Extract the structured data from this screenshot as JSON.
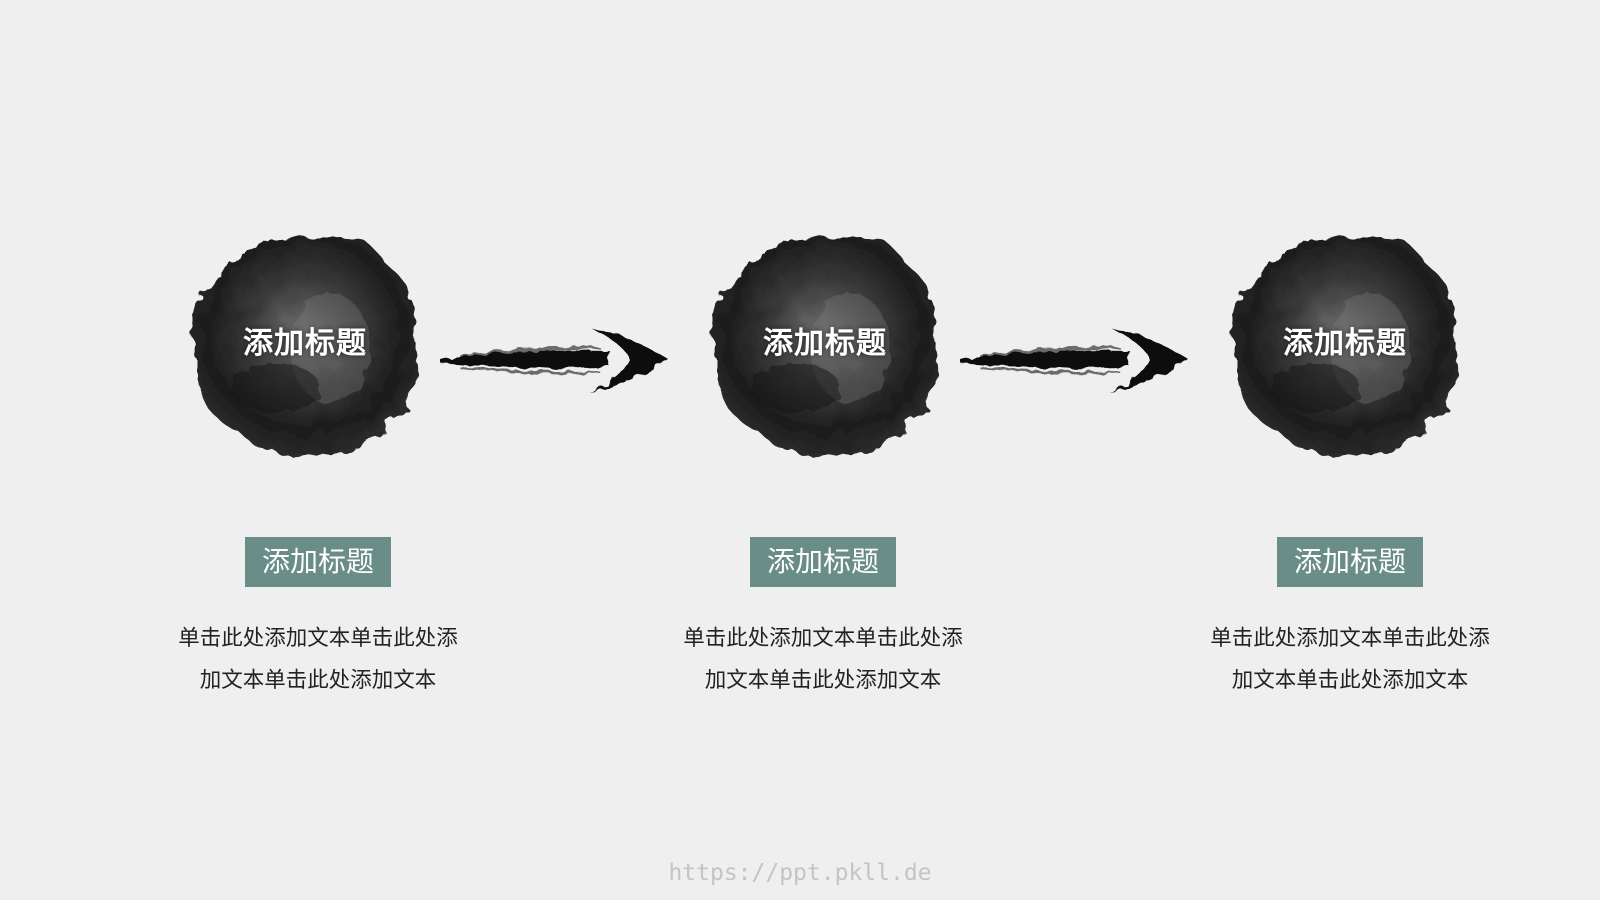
{
  "steps": [
    {
      "ink_title": "添加标题",
      "tag_label": "添加标题",
      "desc_line1": "单击此处添加文本单击此处添",
      "desc_line2": "加文本单击此处添加文本"
    },
    {
      "ink_title": "添加标题",
      "tag_label": "添加标题",
      "desc_line1": "单击此处添加文本单击此处添",
      "desc_line2": "加文本单击此处添加文本"
    },
    {
      "ink_title": "添加标题",
      "tag_label": "添加标题",
      "desc_line1": "单击此处添加文本单击此处添",
      "desc_line2": "加文本单击此处添加文本"
    }
  ],
  "footer": "https://ppt.pkll.de",
  "colors": {
    "background": "#efefef",
    "tag_background": "#6b8d87",
    "ink": "#2a2a2a"
  },
  "icons": [
    "ink-blot-icon",
    "brush-arrow-icon"
  ]
}
